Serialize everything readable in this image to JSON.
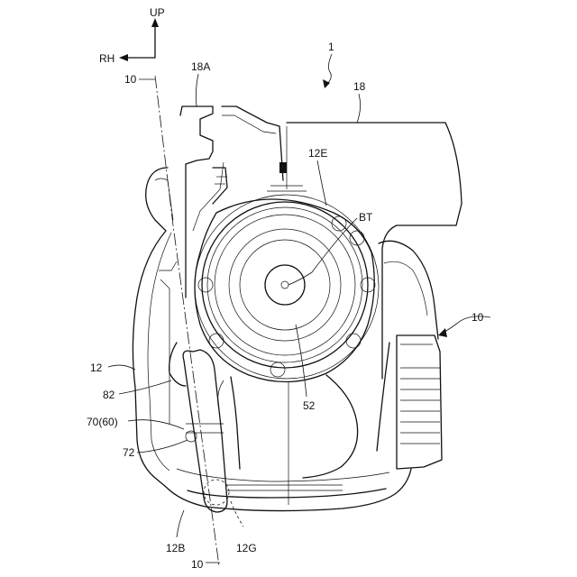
{
  "orientation": {
    "up": "UP",
    "right_hand": "RH"
  },
  "labels": {
    "assembly": "1",
    "axis_top": "10",
    "axis_bottom": "10",
    "arrow_right": "10",
    "part_18A": "18A",
    "part_18": "18",
    "part_12E": "12E",
    "part_BT": "BT",
    "part_12": "12",
    "part_82": "82",
    "part_70_60": "70(60)",
    "part_72": "72",
    "part_52": "52",
    "part_12B": "12B",
    "part_12G": "12G"
  }
}
